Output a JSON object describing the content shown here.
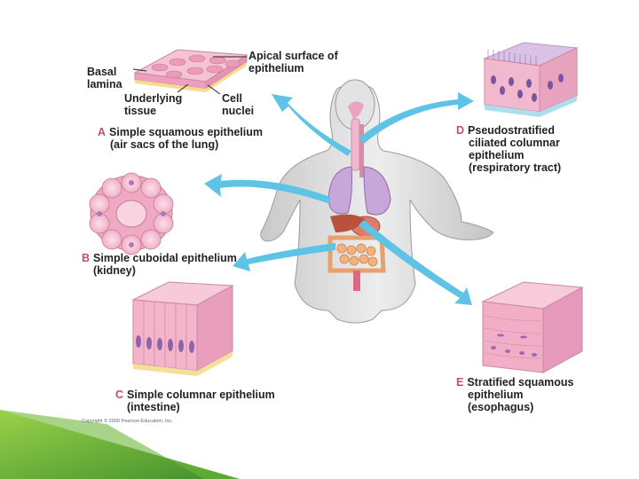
{
  "labels": {
    "basal_lamina": [
      "Basal",
      "lamina"
    ],
    "apical_surface": [
      "Apical surface of",
      "epithelium"
    ],
    "underlying_tissue": [
      "Underlying",
      "tissue"
    ],
    "cell_nuclei": [
      "Cell",
      "nuclei"
    ]
  },
  "panels": [
    {
      "letter": "A",
      "lines": [
        "Simple squamous epithelium",
        "(air sacs of the lung)"
      ]
    },
    {
      "letter": "B",
      "lines": [
        "Simple cuboidal epithelium",
        "(kidney)"
      ]
    },
    {
      "letter": "C",
      "lines": [
        "Simple columnar epithelium",
        "(intestine)"
      ]
    },
    {
      "letter": "D",
      "lines": [
        "Pseudostratified",
        "ciliated columnar",
        "epithelium",
        "(respiratory tract)"
      ]
    },
    {
      "letter": "E",
      "lines": [
        "Stratified squamous",
        "epithelium",
        "(esophagus)"
      ]
    }
  ],
  "copyright": "Copyright © 2009 Pearson Education, Inc.",
  "colors": {
    "arrow": "#5fc3e6",
    "tissue_pink": "#f4b8cc",
    "nucleus_purple": "#8a5fa3",
    "letter": "#c84a72",
    "slide_accent": "#7cc242"
  }
}
